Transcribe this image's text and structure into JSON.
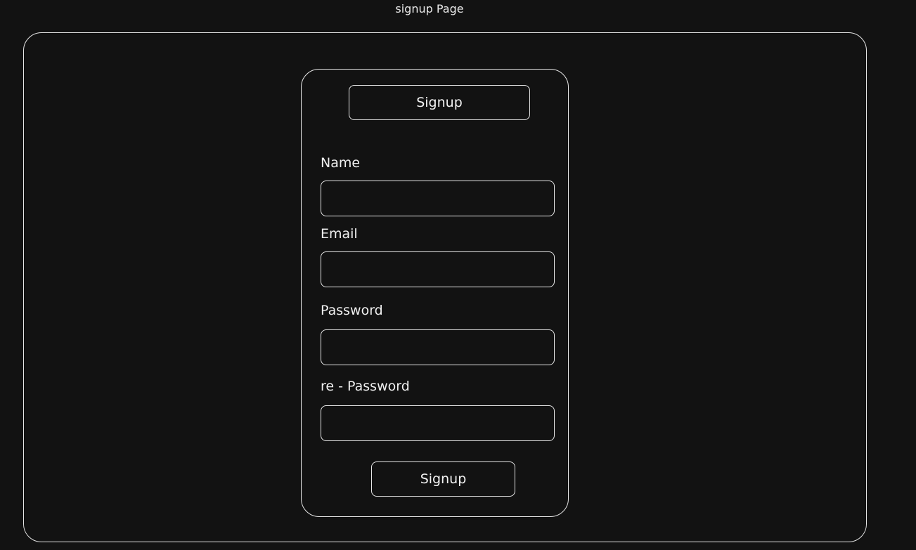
{
  "page_title": "signup Page",
  "form": {
    "header_button_label": "Signup",
    "fields": [
      {
        "label": "Name",
        "value": "",
        "placeholder": ""
      },
      {
        "label": "Email",
        "value": "",
        "placeholder": ""
      },
      {
        "label": "Password",
        "value": "",
        "placeholder": ""
      },
      {
        "label": "re - Password",
        "value": "",
        "placeholder": ""
      }
    ],
    "submit_label": "Signup"
  },
  "colors": {
    "background": "#121212",
    "stroke": "#e6e6e6",
    "text": "#ffffff"
  }
}
